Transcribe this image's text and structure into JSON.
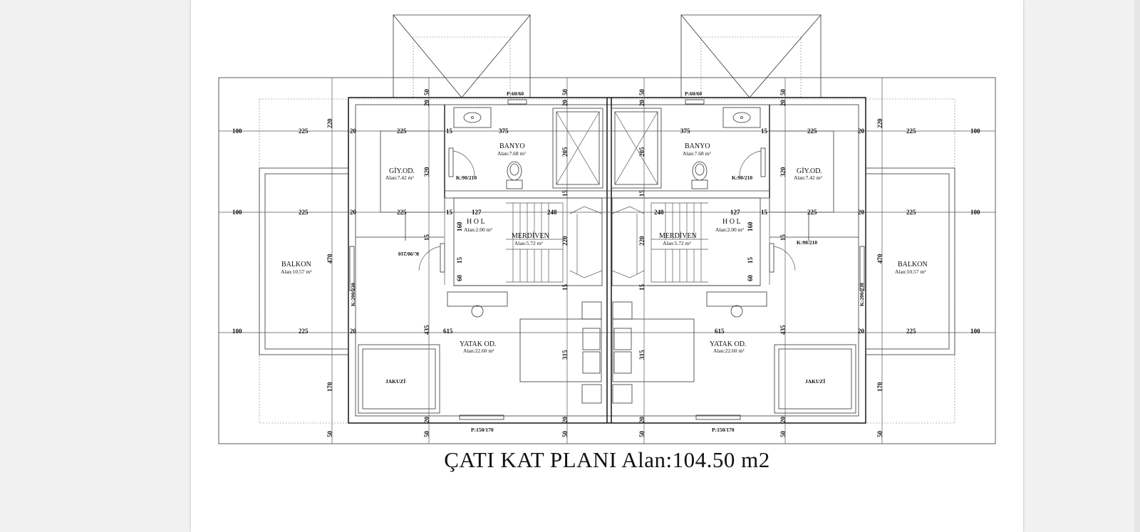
{
  "plan": {
    "title": "ÇATI  KAT  PLANI  Alan:104.50 m2",
    "rooms": {
      "banyo": "BANYO",
      "banyo_area": "Alan:7.68 m²",
      "giyinme": "GİY.OD.",
      "giyinme_area": "Alan:7.42 m²",
      "hol": "H O L",
      "hol_area": "Alan:2.00 m²",
      "merdiven": "MERDİVEN",
      "merdiven_area": "Alan:5.72 m²",
      "yatak": "YATAK OD.",
      "yatak_area": "Alan:22.60 m²",
      "balkon": "BALKON",
      "balkon_area": "Alan:10.57 m²",
      "jakuzi": "JAKUZİ"
    },
    "openings": {
      "window_top": "P:60/60",
      "window_bottom": "P:150/170",
      "door_banyo": "K:90/210",
      "door_balkon": "K:200/230",
      "door_yatak": "K:90/210"
    },
    "dims": {
      "d100": "100",
      "d225": "225",
      "d20": "20",
      "d15": "15",
      "d375": "375",
      "d127": "127",
      "d248": "248",
      "d615": "615",
      "d50": "50",
      "d220": "220",
      "d470": "470",
      "d435": "435",
      "d170": "170",
      "d320": "320",
      "d205": "205",
      "d160": "160",
      "d60": "60",
      "d315": "315"
    }
  }
}
